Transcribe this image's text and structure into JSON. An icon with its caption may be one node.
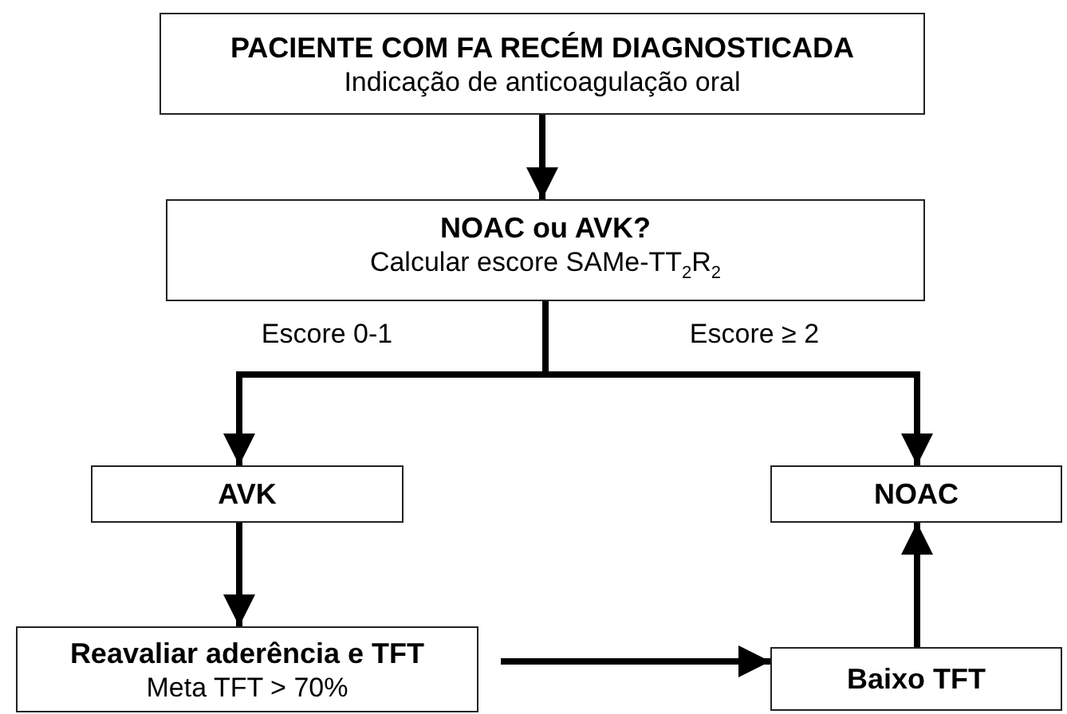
{
  "diagram": {
    "nodes": [
      {
        "text": [
          "PACIENTE COM FA RECÉM DIAGNOSTICADA",
          "Indicação de anticoagulação oral"
        ]
      },
      {
        "text": [
          "NOAC ou AVK?",
          "Calcular escore SAMe-TT$_{2}$R$_{2}$"
        ]
      },
      {
        "text": [
          "AVK"
        ]
      },
      {
        "text": [
          "NOAC"
        ]
      },
      {
        "text": [
          "Reavaliar aderência e TFT",
          "Meta TFT > 70%"
        ]
      },
      {
        "text": [
          "Baixo TFT"
        ]
      }
    ],
    "edges": [
      {
        "from": 0,
        "to": 1,
        "arrow": "to"
      },
      {
        "from": 1,
        "to": 2,
        "arrow": "to",
        "label": "Escore 0-1"
      },
      {
        "from": 1,
        "to": 3,
        "arrow": "to",
        "label": "Escore ≥ 2"
      },
      {
        "from": 2,
        "to": 4,
        "arrow": "to"
      },
      {
        "from": 4,
        "to": 5,
        "arrow": "to"
      },
      {
        "from": 5,
        "to": 3,
        "arrow": "to"
      }
    ]
  }
}
